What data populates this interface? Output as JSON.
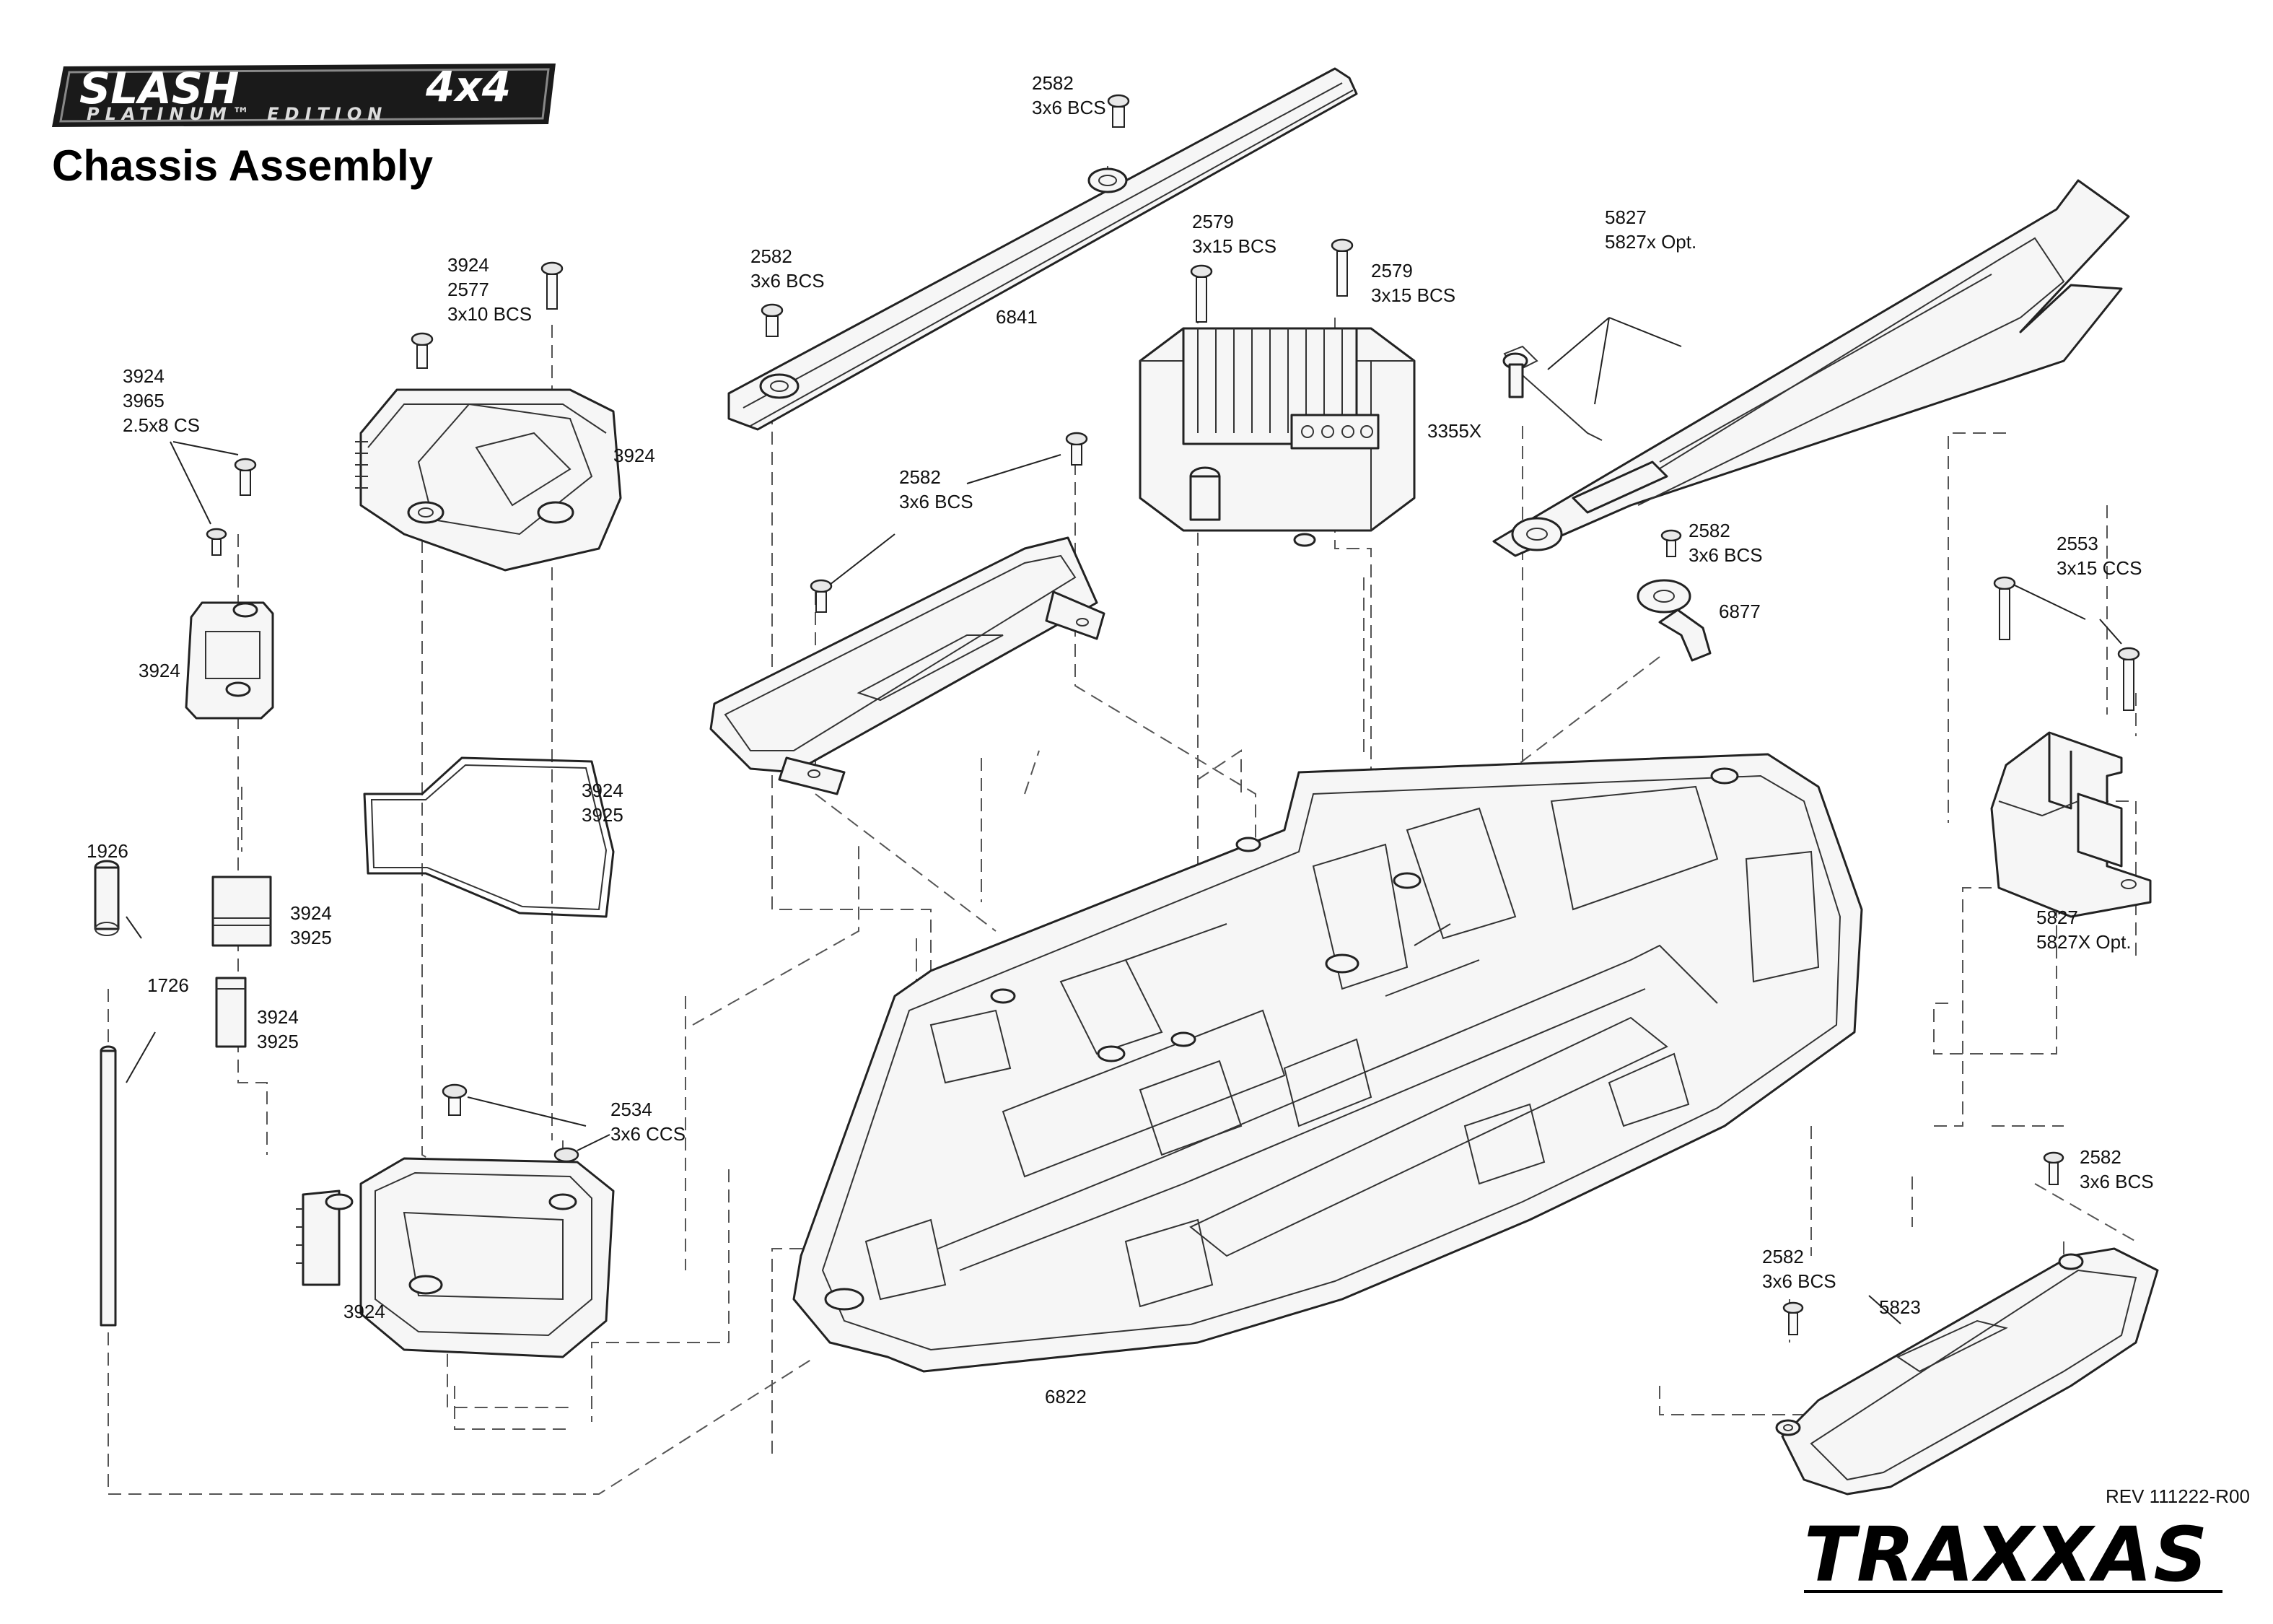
{
  "header": {
    "logo_main": "SLASH",
    "logo_4x4": "4x4",
    "logo_edition": "PLATINUM™ EDITION",
    "title": "Chassis Assembly"
  },
  "footer": {
    "revision": "REV 111222-R00",
    "brand_logo": "TRAXXAS"
  },
  "callouts": {
    "screw_top_center": [
      "2582",
      "3x6 BCS"
    ],
    "screw_brace_left": [
      "2582",
      "3x6 BCS"
    ],
    "brace": [
      "6841"
    ],
    "esc_screw_left": [
      "2579",
      "3x15 BCS"
    ],
    "esc_screw_right": [
      "2579",
      "3x15 BCS"
    ],
    "esc": [
      "3355X"
    ],
    "rear_brace": [
      "5827",
      "5827x Opt."
    ],
    "receiver_box_screws": [
      "3924",
      "2577",
      "3x10 BCS"
    ],
    "receiver_box_cover": [
      "3924"
    ],
    "clip_screws": [
      "3924",
      "3965",
      "2.5x8 CS"
    ],
    "clip": [
      "3924"
    ],
    "battery_hold_screw": [
      "2582",
      "3x6 BCS"
    ],
    "post_screw": [
      "2582",
      "3x6 BCS"
    ],
    "post": [
      "6877"
    ],
    "stop_screws": [
      "2553",
      "3x15 CCS"
    ],
    "gasket": [
      "3924",
      "3925"
    ],
    "antenna_crimp": [
      "1926"
    ],
    "seal_a": [
      "3924",
      "3925"
    ],
    "antenna_tube": [
      "1726"
    ],
    "seal_b": [
      "3924",
      "3925"
    ],
    "rear_mount": [
      "5827",
      "5827X Opt."
    ],
    "box_screws": [
      "2534",
      "3x6 CCS"
    ],
    "receiver_box": [
      "3924"
    ],
    "bumper_screw_right": [
      "2582",
      "3x6 BCS"
    ],
    "bumper_screw_left": [
      "2582",
      "3x6 BCS"
    ],
    "bumper": [
      "5823"
    ],
    "chassis": [
      "6822"
    ]
  }
}
